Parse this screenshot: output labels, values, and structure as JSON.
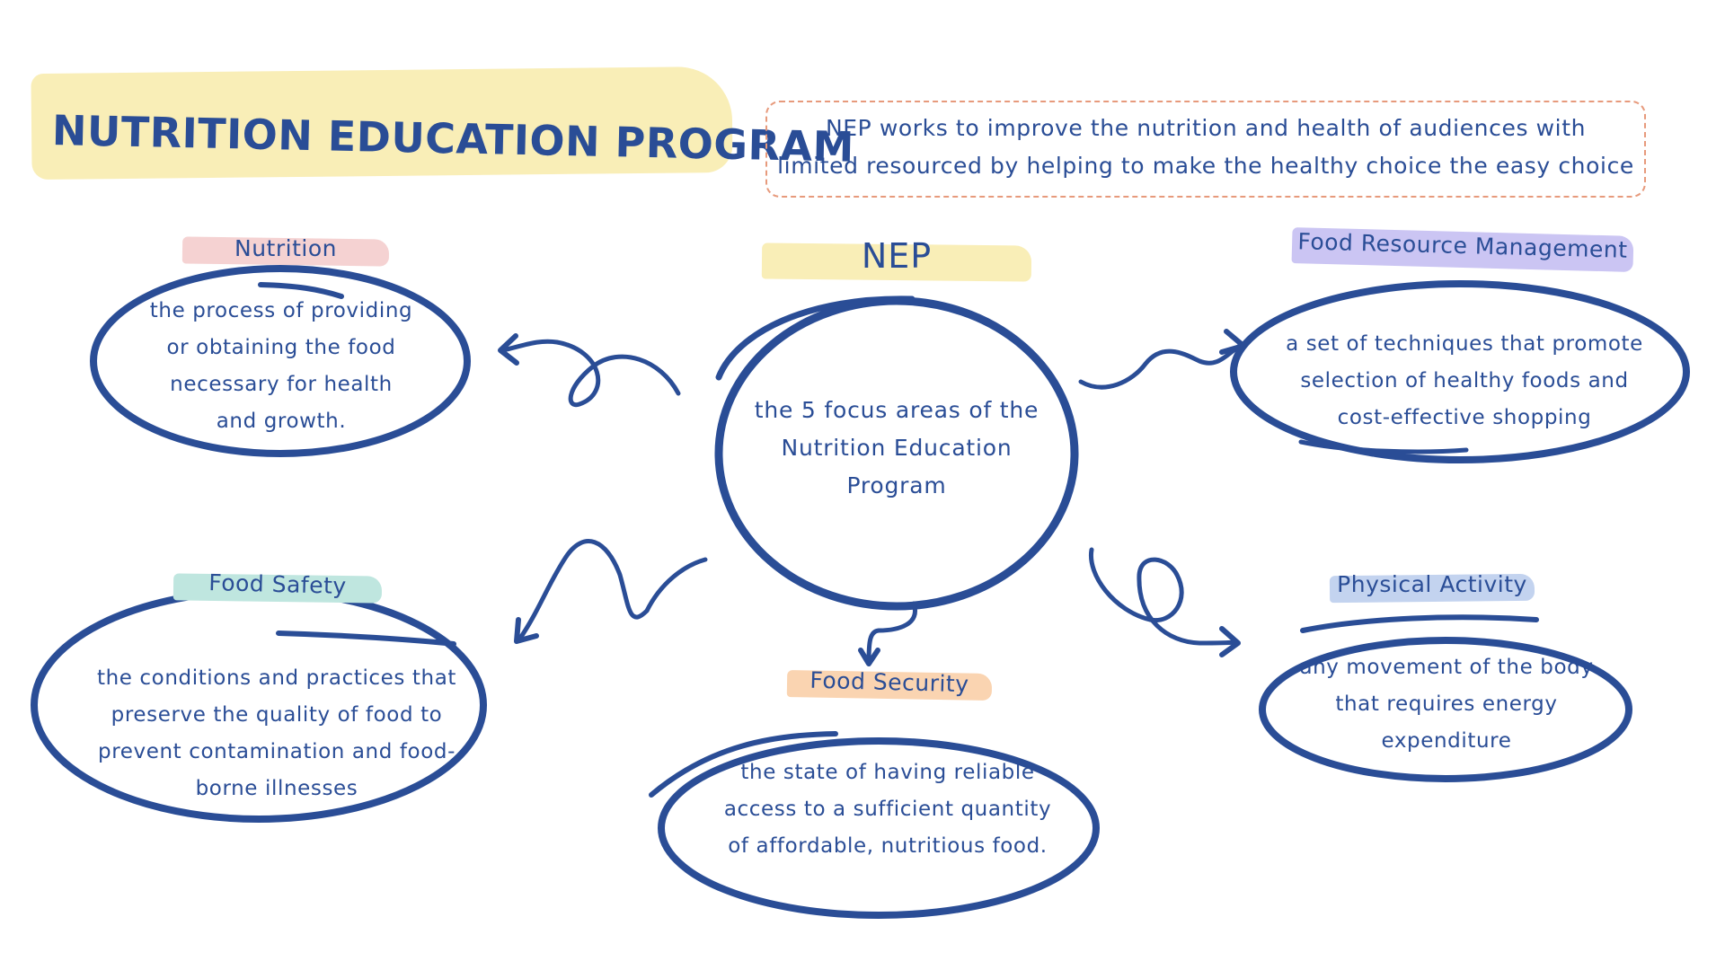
{
  "title": "NUTRITION EDUCATION PROGRAM",
  "description": {
    "line1": "NEP works to improve the nutrition and health of audiences with",
    "line2": "limited resourced by helping to make the healthy choice the easy choice"
  },
  "center": {
    "label": "NEP",
    "lines": [
      "the 5 focus areas of the",
      "Nutrition Education",
      "Program"
    ]
  },
  "nodes": {
    "nutrition": {
      "label": "Nutrition",
      "lines": [
        "the process of providing",
        "or obtaining the food",
        "necessary for health",
        "and growth."
      ],
      "color": "#f5d2d2"
    },
    "food_resource": {
      "label": "Food Resource Management",
      "lines": [
        "a set of techniques that promote",
        "selection of healthy foods and",
        "cost-effective shopping"
      ],
      "color": "#cbc5f3"
    },
    "food_safety": {
      "label": "Food Safety",
      "lines": [
        "the conditions and practices that",
        "preserve the quality of food to",
        "prevent contamination and food-",
        "borne illnesses"
      ],
      "color": "#bfe6df"
    },
    "food_security": {
      "label": "Food Security",
      "lines": [
        "the state of having reliable",
        "access to a sufficient quantity",
        "of affordable, nutritious food."
      ],
      "color": "#fad4b1"
    },
    "physical_activity": {
      "label": "Physical Activity",
      "lines": [
        "any movement of the body",
        "that requires energy",
        "expenditure"
      ],
      "color": "#c3d3ef"
    }
  },
  "colors": {
    "ink": "#2a4d96",
    "title_highlight": "#f9eeb7",
    "center_highlight": "#f9eeb7",
    "dashed_border": "#e79a7c"
  }
}
